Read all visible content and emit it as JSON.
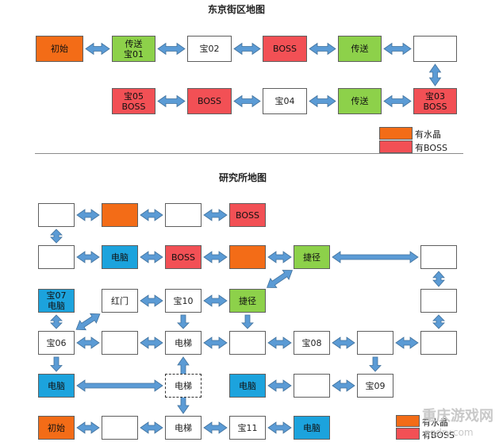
{
  "colors": {
    "white": "#ffffff",
    "orange": "#f36c17",
    "red": "#f25055",
    "green": "#8dd14a",
    "blue": "#1ca3dd",
    "arrow": "#5b9bd5",
    "arrow_outline": "#41719c"
  },
  "map1": {
    "title": "东京街区地图",
    "nodes": [
      {
        "id": "init",
        "label": "初始",
        "color": "orange"
      },
      {
        "id": "tp1",
        "label": "传送\n宝01",
        "color": "green"
      },
      {
        "id": "t02",
        "label": "宝02",
        "color": "white"
      },
      {
        "id": "boss1",
        "label": "BOSS",
        "color": "red"
      },
      {
        "id": "tp2",
        "label": "传送",
        "color": "green"
      },
      {
        "id": "e1",
        "label": "",
        "color": "white"
      },
      {
        "id": "t05",
        "label": "宝05\nBOSS",
        "color": "red"
      },
      {
        "id": "boss2",
        "label": "BOSS",
        "color": "red"
      },
      {
        "id": "t04",
        "label": "宝04",
        "color": "white"
      },
      {
        "id": "tp3",
        "label": "传送",
        "color": "green"
      },
      {
        "id": "t03",
        "label": "宝03\nBOSS",
        "color": "red"
      }
    ],
    "edges": [
      [
        "init",
        "tp1"
      ],
      [
        "tp1",
        "t02"
      ],
      [
        "t02",
        "boss1"
      ],
      [
        "boss1",
        "tp2"
      ],
      [
        "tp2",
        "e1"
      ],
      [
        "e1",
        "t03"
      ],
      [
        "t05",
        "boss2"
      ],
      [
        "boss2",
        "t04"
      ],
      [
        "t04",
        "tp3"
      ],
      [
        "tp3",
        "t03"
      ]
    ],
    "legend": [
      {
        "label": "有水晶",
        "color": "orange"
      },
      {
        "label": "有BOSS",
        "color": "red"
      }
    ]
  },
  "map2": {
    "title": "研究所地图",
    "nodes": [
      {
        "id": "r1a",
        "label": "",
        "color": "white"
      },
      {
        "id": "r1b",
        "label": "",
        "color": "orange"
      },
      {
        "id": "r1c",
        "label": "",
        "color": "white"
      },
      {
        "id": "r1d",
        "label": "BOSS",
        "color": "red"
      },
      {
        "id": "r2a",
        "label": "",
        "color": "white"
      },
      {
        "id": "r2b",
        "label": "电脑",
        "color": "blue"
      },
      {
        "id": "r2c",
        "label": "BOSS",
        "color": "red"
      },
      {
        "id": "r2d",
        "label": "",
        "color": "orange"
      },
      {
        "id": "r2e",
        "label": "捷径",
        "color": "green"
      },
      {
        "id": "r2f",
        "label": "",
        "color": "white"
      },
      {
        "id": "r3a",
        "label": "宝07\n电脑",
        "color": "blue"
      },
      {
        "id": "r3b",
        "label": "红门",
        "color": "white"
      },
      {
        "id": "r3c",
        "label": "宝10",
        "color": "white"
      },
      {
        "id": "r3d",
        "label": "捷径",
        "color": "green"
      },
      {
        "id": "r3f",
        "label": "",
        "color": "white"
      },
      {
        "id": "r4a",
        "label": "宝06",
        "color": "white"
      },
      {
        "id": "r4b",
        "label": "",
        "color": "white"
      },
      {
        "id": "r4c",
        "label": "电梯",
        "color": "white"
      },
      {
        "id": "r4d",
        "label": "",
        "color": "white"
      },
      {
        "id": "r4e",
        "label": "宝08",
        "color": "white"
      },
      {
        "id": "r4f",
        "label": "",
        "color": "white"
      },
      {
        "id": "r4g",
        "label": "",
        "color": "white"
      },
      {
        "id": "r5a",
        "label": "电脑",
        "color": "blue"
      },
      {
        "id": "r5c",
        "label": "电梯",
        "color": "white",
        "dashed": true
      },
      {
        "id": "r5d",
        "label": "电脑",
        "color": "blue"
      },
      {
        "id": "r5e",
        "label": "",
        "color": "white"
      },
      {
        "id": "r5f",
        "label": "宝09",
        "color": "white"
      },
      {
        "id": "r6a",
        "label": "初始",
        "color": "orange"
      },
      {
        "id": "r6b",
        "label": "",
        "color": "white"
      },
      {
        "id": "r6c",
        "label": "电梯",
        "color": "white"
      },
      {
        "id": "r6d",
        "label": "宝11",
        "color": "white"
      },
      {
        "id": "r6e",
        "label": "电脑",
        "color": "blue"
      }
    ],
    "edges": [
      [
        "r1a",
        "r1b"
      ],
      [
        "r1b",
        "r1c"
      ],
      [
        "r1c",
        "r1d"
      ],
      [
        "r1a",
        "r2a"
      ],
      [
        "r2a",
        "r2b"
      ],
      [
        "r2b",
        "r2c"
      ],
      [
        "r2c",
        "r2d"
      ],
      [
        "r2d",
        "r2e"
      ],
      [
        "r2e",
        "r2f"
      ],
      [
        "r2e",
        "r3d"
      ],
      [
        "r2f",
        "r3f"
      ],
      [
        "r3a",
        "r4a"
      ],
      [
        "r3b",
        "r3c"
      ],
      [
        "r3c",
        "r3d"
      ],
      [
        "r3b",
        "r4a"
      ],
      [
        "r3c",
        "r4c"
      ],
      [
        "r3d",
        "r4d"
      ],
      [
        "r3f",
        "r4g"
      ],
      [
        "r4a",
        "r4b"
      ],
      [
        "r4b",
        "r4c"
      ],
      [
        "r4c",
        "r4d"
      ],
      [
        "r4d",
        "r4e"
      ],
      [
        "r4e",
        "r4f"
      ],
      [
        "r4f",
        "r4g"
      ],
      [
        "r4a",
        "r5a"
      ],
      [
        "r4c",
        "r6c"
      ],
      [
        "r4f",
        "r5f"
      ],
      [
        "r5a",
        "r5c"
      ],
      [
        "r5d",
        "r5e"
      ],
      [
        "r5e",
        "r5f"
      ],
      [
        "r6a",
        "r6b"
      ],
      [
        "r6b",
        "r6c"
      ],
      [
        "r6c",
        "r6d"
      ],
      [
        "r6d",
        "r6e"
      ]
    ],
    "one_way": [
      [
        "r3c",
        "r4c"
      ],
      [
        "r3d",
        "r4d"
      ],
      [
        "r4a",
        "r5a"
      ],
      [
        "r4f",
        "r5f"
      ]
    ],
    "legend": [
      {
        "label": "有水晶",
        "color": "orange"
      },
      {
        "label": "有BOSS",
        "color": "red"
      }
    ]
  },
  "watermark": {
    "name": "重庆游戏网",
    "domain": "cqdry.com"
  }
}
